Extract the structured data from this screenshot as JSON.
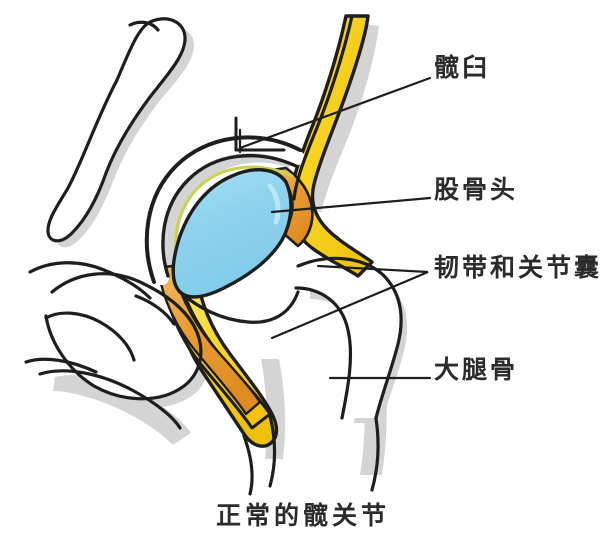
{
  "figure": {
    "caption": "正常的髋关节",
    "type": "anatomical-illustration",
    "subject": "hip-joint"
  },
  "labels": [
    {
      "id": "acetabulum",
      "text": "髋臼",
      "leader": "diagonal-line-with-tick",
      "points_to": "acetabular-socket"
    },
    {
      "id": "femoral-head",
      "text": "股骨头",
      "leader": "diagonal-line",
      "points_to": "femoral-head-blue-region"
    },
    {
      "id": "ligament-capsule",
      "text": "韧带和关节囊",
      "leader": "v-bracket-two-branches",
      "points_to": "yellow-ligament-bands"
    },
    {
      "id": "femur",
      "text": "大腿骨",
      "leader": "horizontal-line",
      "points_to": "femoral-shaft"
    }
  ],
  "colors": {
    "femoral_head_blue": "#8FD2EE",
    "femoral_head_blue_light": "#AEE2F6",
    "cartilage_orange": "#E89A30",
    "cartilage_orange_light": "#F0B45E",
    "ligament_yellow": "#F8D423",
    "ligament_yellow_light": "#FDE76A",
    "bone_white": "#FFFFFF",
    "outline_dark": "#1E1E1E",
    "shadow_grey": "#CDCDCD",
    "text_dark": "#2B2B2B",
    "background": "#FFFFFF"
  }
}
